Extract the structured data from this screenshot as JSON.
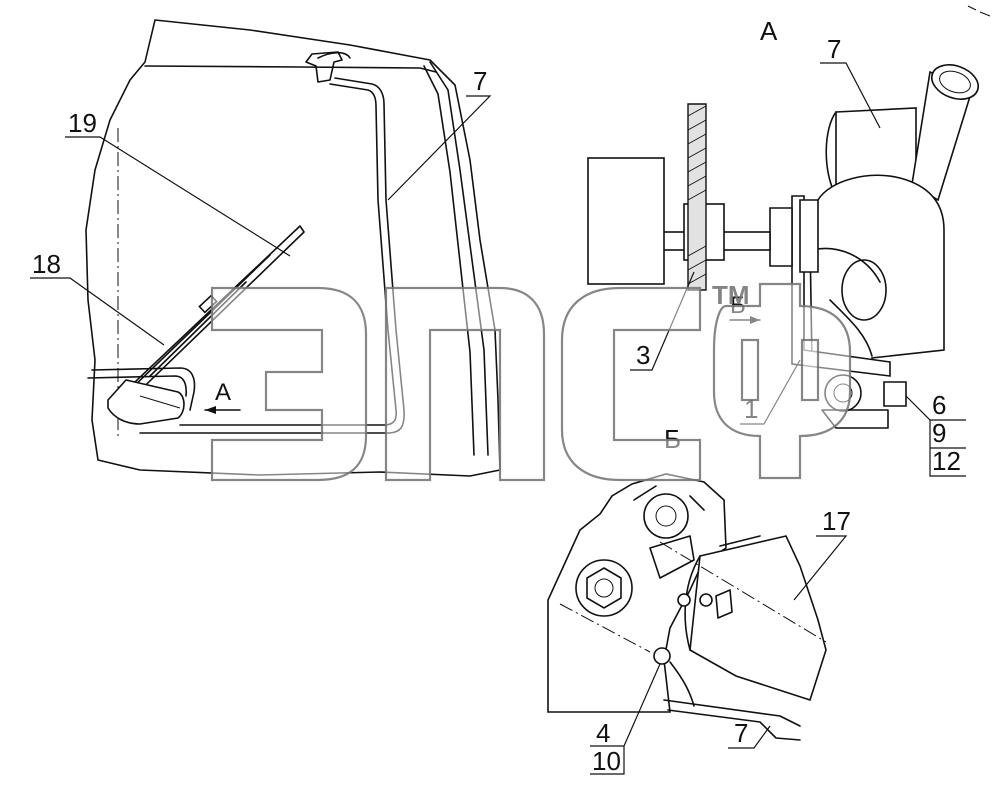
{
  "diagram": {
    "section_labels": {
      "view_a_marker": "A",
      "view_a_title": "А",
      "section_b_marker": "Б",
      "section_b_label": "Б"
    },
    "callouts": {
      "c19": "19",
      "c18": "18",
      "c7_top": "7",
      "c7_view": "7",
      "c7_bottom": "7",
      "c3": "3",
      "c1": "1",
      "c6": "6",
      "c9": "9",
      "c12": "12",
      "c17": "17",
      "c4": "4",
      "c10": "10"
    },
    "watermark": {
      "trademark": "TM"
    }
  }
}
